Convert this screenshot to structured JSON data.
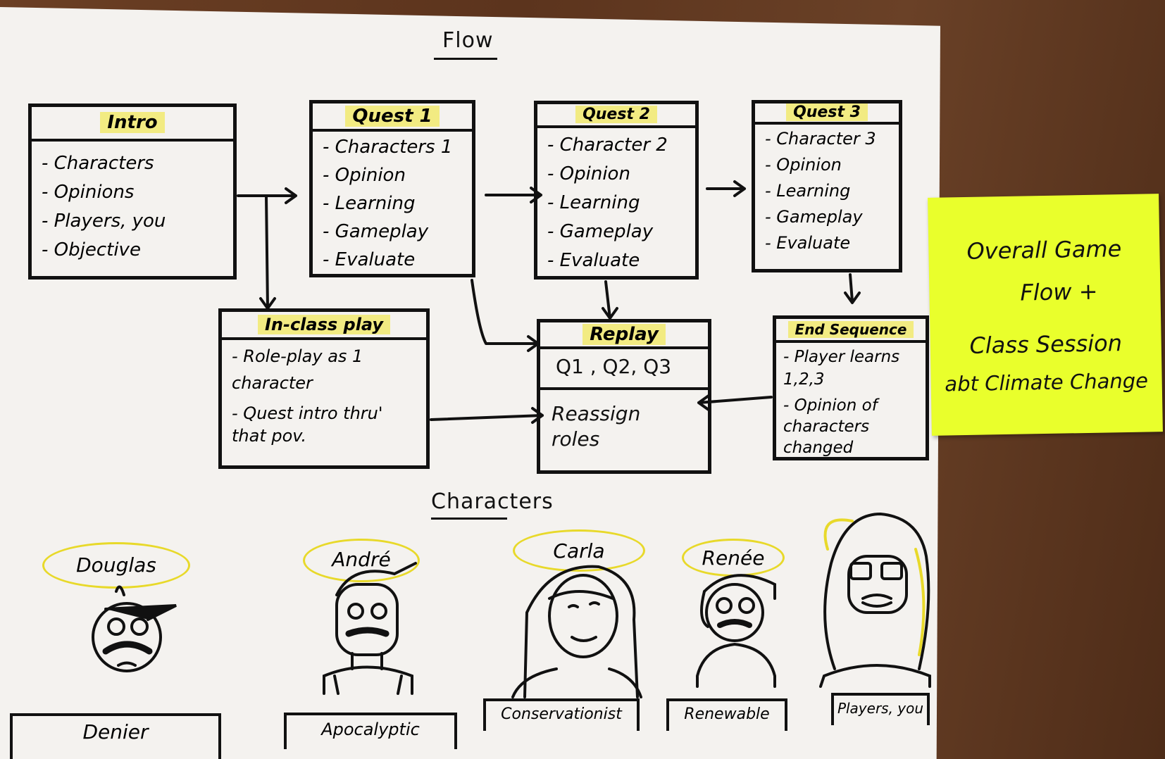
{
  "flow_heading": "Flow",
  "characters_heading": "Characters",
  "boxes": {
    "intro": {
      "title": "Intro",
      "items": [
        "Characters",
        "Opinions",
        "Players, you",
        "Objective"
      ]
    },
    "quest1": {
      "title": "Quest 1",
      "items": [
        "Characters 1",
        "Opinion",
        "Learning",
        "Gameplay",
        "Evaluate"
      ]
    },
    "quest2": {
      "title": "Quest 2",
      "items": [
        "Character 2",
        "Opinion",
        "Learning",
        "Gameplay",
        "Evaluate"
      ]
    },
    "quest3": {
      "title": "Quest 3",
      "items": [
        "Character 3",
        "Opinion",
        "Learning",
        "Gameplay",
        "Evaluate"
      ]
    },
    "inclass": {
      "title": "In-class play",
      "items": [
        "Role-play as 1 character",
        "Quest intro thru' that pov."
      ]
    },
    "replay": {
      "title": "Replay",
      "line1": "Q1 , Q2, Q3",
      "line2": "Reassign roles"
    },
    "end": {
      "title": "End Sequence",
      "items": [
        "Player learns 1,2,3",
        "Opinion of characters changed"
      ]
    }
  },
  "characters": [
    {
      "name": "Douglas",
      "role": "Denier"
    },
    {
      "name": "André",
      "role": "Apocalyptic"
    },
    {
      "name": "Carla",
      "role": "Conservationist"
    },
    {
      "name": "Renée",
      "role": "Renewable"
    },
    {
      "name": "",
      "role": "Players, you"
    }
  ],
  "sticky_note": {
    "line1": "Overall Game",
    "line2": "Flow +",
    "line3": "Class Session",
    "line4": "abt Climate Change"
  },
  "colors": {
    "highlight": "#f0e628",
    "ink": "#111111",
    "sticky": "#e9ff2c",
    "paper": "#f4f2ef"
  }
}
